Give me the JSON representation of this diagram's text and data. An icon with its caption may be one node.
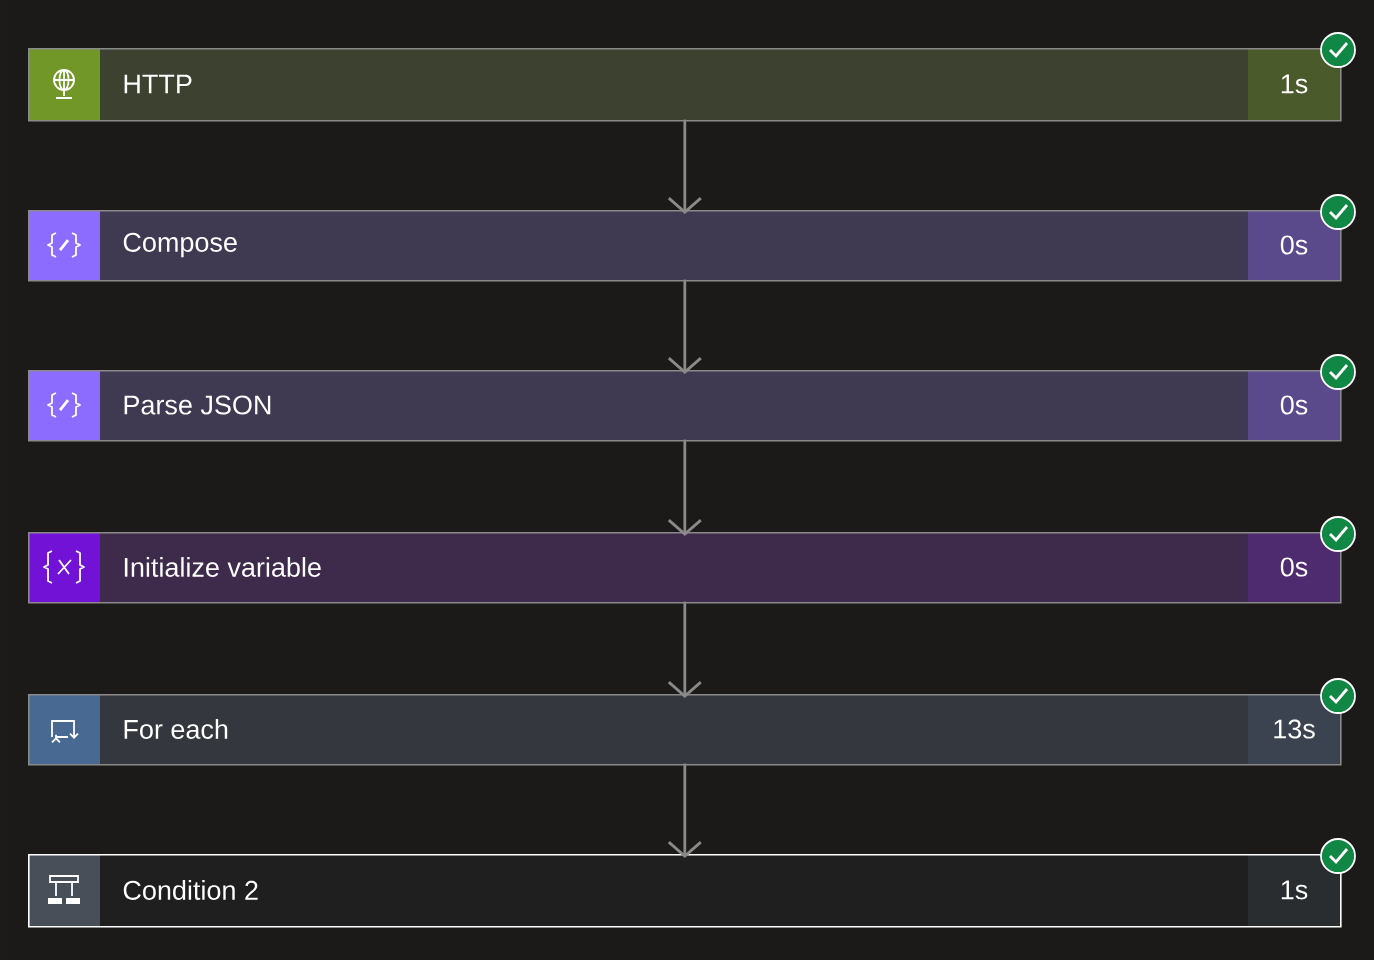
{
  "diagram": {
    "nodes": [
      {
        "text": [
          "HTTP",
          "1s"
        ]
      },
      {
        "text": [
          "Compose",
          "0s"
        ]
      },
      {
        "text": [
          "Parse JSON",
          "0s"
        ]
      },
      {
        "text": [
          "Initialize variable",
          "0s"
        ]
      },
      {
        "text": [
          "For each",
          "13s"
        ]
      },
      {
        "text": [
          "Condition 2",
          "1s"
        ]
      }
    ],
    "edges": [
      {
        "from": 0,
        "to": 1,
        "arrow": "to"
      },
      {
        "from": 1,
        "to": 2,
        "arrow": "to"
      },
      {
        "from": 2,
        "to": 3,
        "arrow": "to"
      },
      {
        "from": 3,
        "to": 4,
        "arrow": "to"
      },
      {
        "from": 4,
        "to": 5,
        "arrow": "to"
      }
    ]
  }
}
